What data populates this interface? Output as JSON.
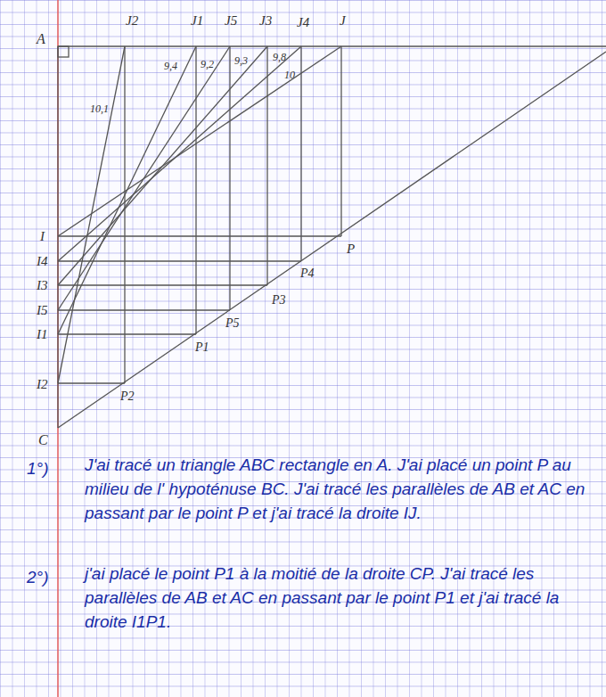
{
  "diagram": {
    "labels": [
      "A",
      "J2",
      "J1",
      "J5",
      "J3",
      "J4",
      "J",
      "9,4",
      "9,2",
      "9,3",
      "9,8",
      "10",
      "10,1",
      "I",
      "I4",
      "I3",
      "I5",
      "I1",
      "I2",
      "C",
      "P",
      "P4",
      "P3",
      "P5",
      "P1",
      "P2",
      "1°)",
      "J'ai tracé un triangle ABC rectangle en A. J'ai placé un point P au milieu de l' hypoténuse BC. J'ai tracé les parallèles de AB et AC en passant par le point P et j'ai tracé la droite IJ.",
      "2°)",
      "j'ai placé le point P1 à la moitié de la droite CP. J'ai tracé les parallèles de AB et AC en passant par le point P1 et j'ai tracé la droite I1P1."
    ]
  }
}
